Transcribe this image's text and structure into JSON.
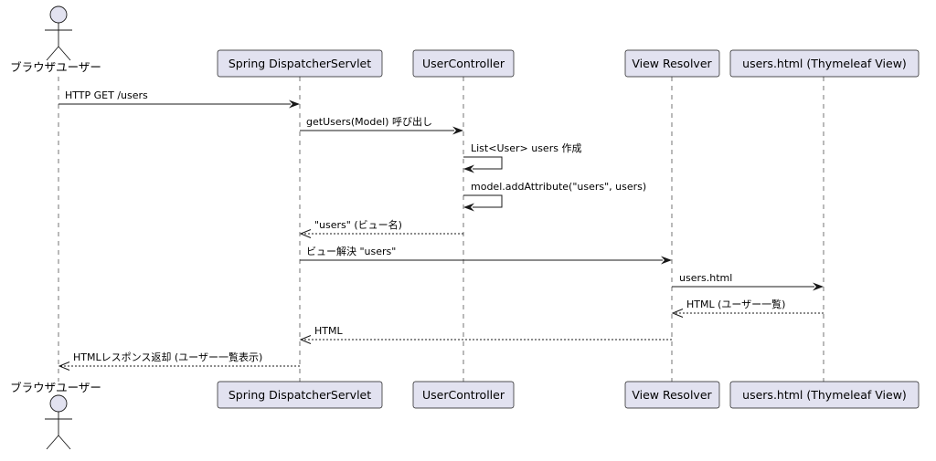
{
  "actor": {
    "name": "ブラウザユーザー"
  },
  "participants": [
    {
      "id": "dispatcher",
      "label": "Spring DispatcherServlet"
    },
    {
      "id": "controller",
      "label": "UserController"
    },
    {
      "id": "resolver",
      "label": "View Resolver"
    },
    {
      "id": "view",
      "label": "users.html (Thymeleaf View)"
    }
  ],
  "messages": [
    {
      "from": "user",
      "to": "dispatcher",
      "label": "HTTP GET /users",
      "style": "sync"
    },
    {
      "from": "dispatcher",
      "to": "controller",
      "label": "getUsers(Model) 呼び出し",
      "style": "sync"
    },
    {
      "from": "controller",
      "to": "controller",
      "label": "List<User> users 作成",
      "style": "self"
    },
    {
      "from": "controller",
      "to": "controller",
      "label": "model.addAttribute(\"users\", users)",
      "style": "self"
    },
    {
      "from": "controller",
      "to": "dispatcher",
      "label": "\"users\" (ビュー名)",
      "style": "return"
    },
    {
      "from": "dispatcher",
      "to": "resolver",
      "label": "ビュー解決 \"users\"",
      "style": "sync"
    },
    {
      "from": "resolver",
      "to": "view",
      "label": "users.html",
      "style": "sync"
    },
    {
      "from": "view",
      "to": "resolver",
      "label": "HTML (ユーザー一覧)",
      "style": "return"
    },
    {
      "from": "resolver",
      "to": "dispatcher",
      "label": "HTML",
      "style": "return"
    },
    {
      "from": "dispatcher",
      "to": "user",
      "label": "HTMLレスポンス返却 (ユーザー一覧表示)",
      "style": "return"
    }
  ]
}
